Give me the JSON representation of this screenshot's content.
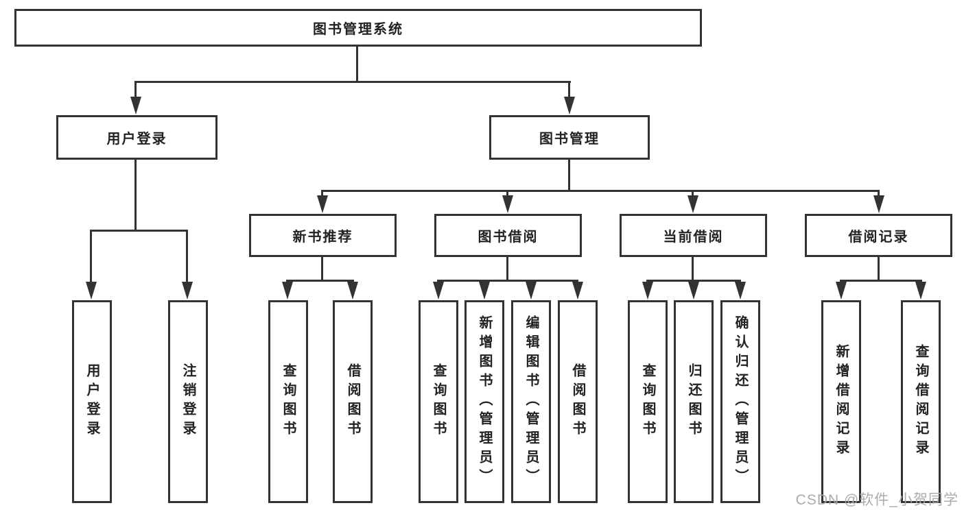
{
  "tree": {
    "label": "图书管理系统",
    "children": [
      {
        "label": "用户登录",
        "children": [
          {
            "label": "用户登录"
          },
          {
            "label": "注销登录"
          }
        ]
      },
      {
        "label": "图书管理",
        "children": [
          {
            "label": "新书推荐",
            "children": [
              {
                "label": "查询图书"
              },
              {
                "label": "借阅图书"
              }
            ]
          },
          {
            "label": "图书借阅",
            "children": [
              {
                "label": "查询图书"
              },
              {
                "label": "新增图书（管理员）"
              },
              {
                "label": "编辑图书（管理员）"
              },
              {
                "label": "借阅图书"
              }
            ]
          },
          {
            "label": "当前借阅",
            "children": [
              {
                "label": "查询图书"
              },
              {
                "label": "归还图书"
              },
              {
                "label": "确认归还（管理员）"
              }
            ]
          },
          {
            "label": "借阅记录",
            "children": [
              {
                "label": "新增借阅记录"
              },
              {
                "label": "查询借阅记录"
              }
            ]
          }
        ]
      }
    ]
  },
  "watermark": {
    "text": "CSDN @软件_小贺同学"
  },
  "colors": {
    "line": "#333333",
    "text": "#222222",
    "background": "#ffffff",
    "watermark": "#a6a6a6"
  }
}
